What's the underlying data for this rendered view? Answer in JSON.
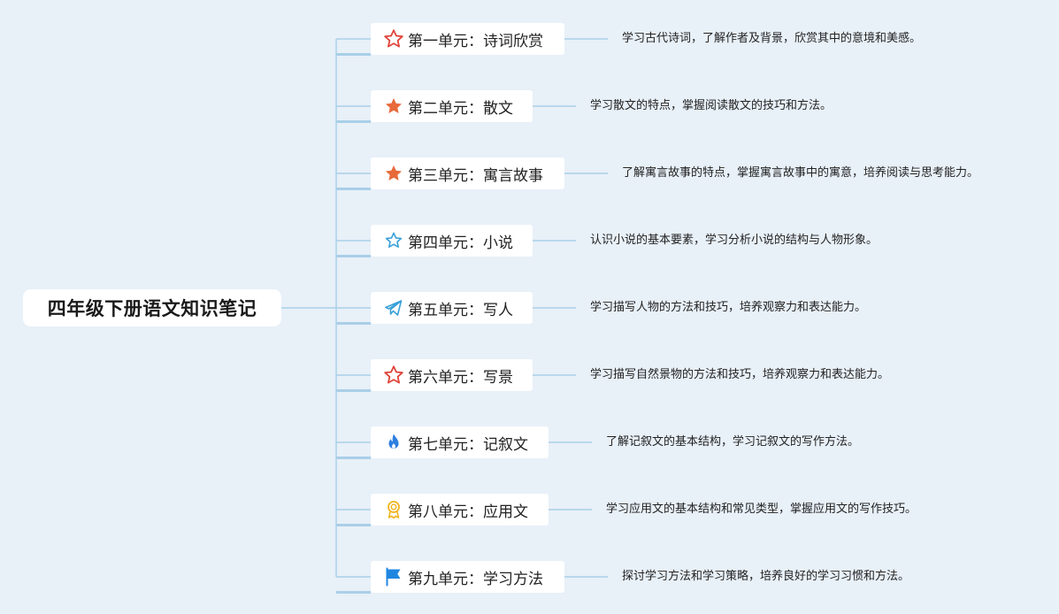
{
  "root": {
    "title": "四年级下册语文知识笔记"
  },
  "units": [
    {
      "label": "第一单元：诗词欣赏",
      "icon": "star-outline-icon",
      "description": "学习古代诗词，了解作者及背景，欣赏其中的意境和美感。"
    },
    {
      "label": "第二单元：散文",
      "icon": "star-filled-icon",
      "description": "学习散文的特点，掌握阅读散文的技巧和方法。"
    },
    {
      "label": "第三单元：寓言故事",
      "icon": "star-filled-icon",
      "description": "了解寓言故事的特点，掌握寓言故事中的寓意，培养阅读与思考能力。"
    },
    {
      "label": "第四单元：小说",
      "icon": "star-outline-small-icon",
      "description": "认识小说的基本要素，学习分析小说的结构与人物形象。"
    },
    {
      "label": "第五单元：写人",
      "icon": "paper-plane-icon",
      "description": "学习描写人物的方法和技巧，培养观察力和表达能力。"
    },
    {
      "label": "第六单元：写景",
      "icon": "star-outline-icon",
      "description": "学习描写自然景物的方法和技巧，培养观察力和表达能力。"
    },
    {
      "label": "第七单元：记叙文",
      "icon": "flame-icon",
      "description": "了解记叙文的基本结构，学习记叙文的写作方法。"
    },
    {
      "label": "第八单元：应用文",
      "icon": "award-icon",
      "description": "学习应用文的基本结构和常见类型，掌握应用文的写作技巧。"
    },
    {
      "label": "第九单元：学习方法",
      "icon": "flag-icon",
      "description": "探讨学习方法和学习策略，培养良好的学习习惯和方法。"
    }
  ],
  "colors": {
    "background": "#e8f0f8",
    "connector": "#a9cfe8",
    "star_outline": "#e0443a",
    "star_filled": "#e8693a",
    "star_small": "#3aa0d8",
    "plane": "#3aa0d8",
    "flame": "#2d7fe0",
    "award": "#f2b51c",
    "flag": "#1f86e0"
  }
}
